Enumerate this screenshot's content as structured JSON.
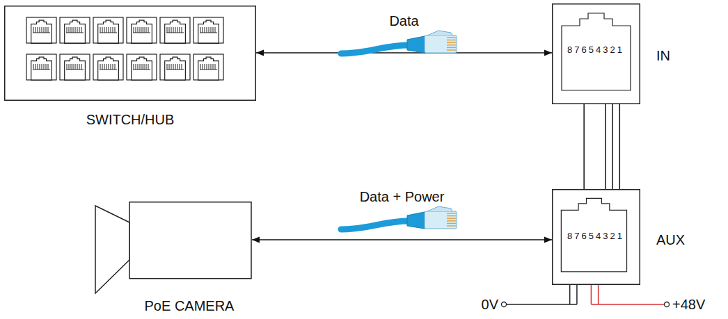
{
  "diagram": {
    "nodes": [
      {
        "text": [
          "SWITCH/HUB"
        ]
      },
      {
        "text": [
          "87654321",
          "IN"
        ]
      },
      {
        "text": [
          "PoE CAMERA"
        ]
      },
      {
        "text": [
          "87654321",
          "AUX"
        ]
      }
    ],
    "edges": [
      {
        "from": 1,
        "to": 0,
        "arrow": "both",
        "label": "Data"
      },
      {
        "from": 1,
        "to": 3,
        "arrow": "none"
      },
      {
        "from": 3,
        "to": 2,
        "arrow": "both",
        "label": "Data + Power"
      }
    ],
    "labels": [
      "0V",
      "+48V"
    ]
  }
}
